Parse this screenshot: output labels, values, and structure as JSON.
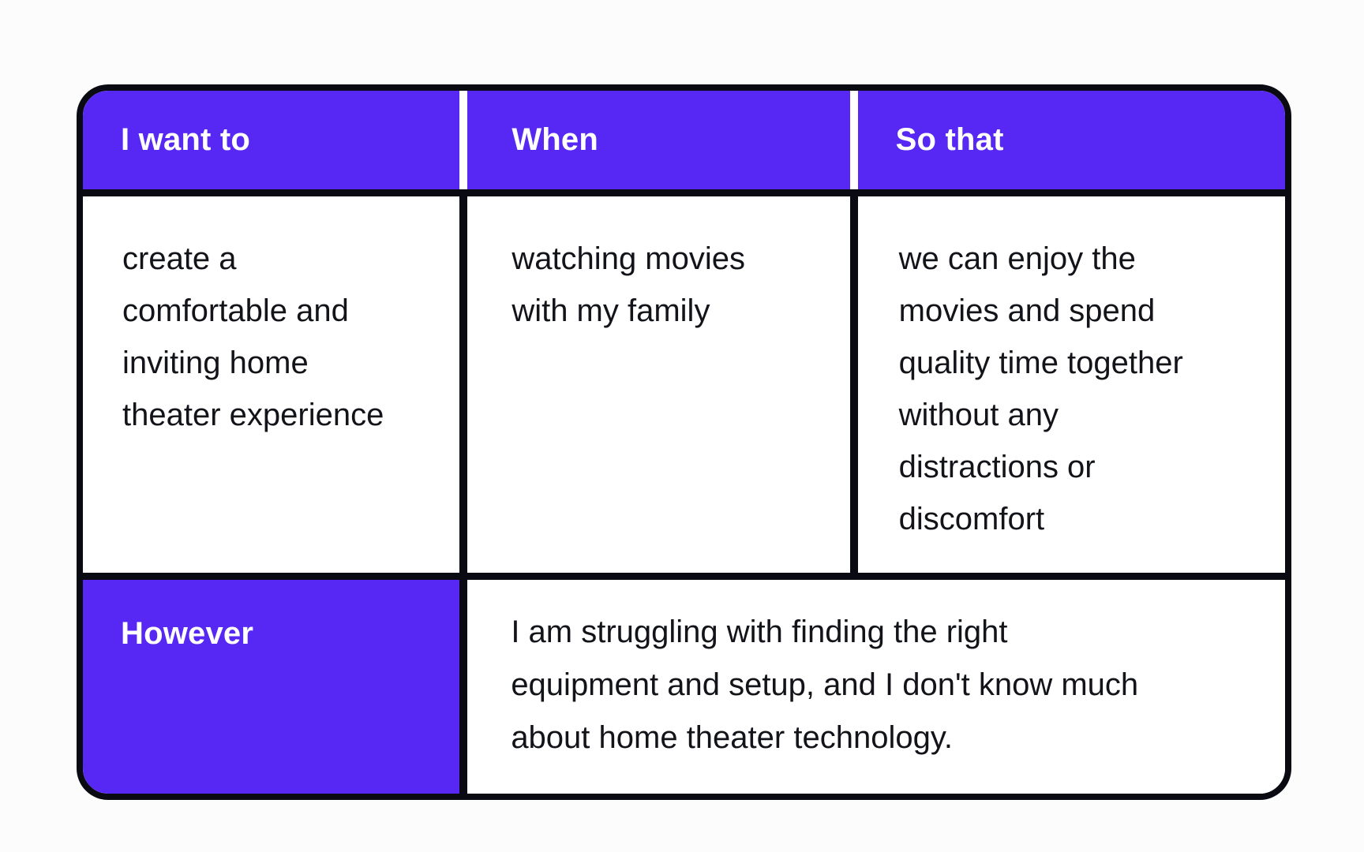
{
  "colors": {
    "purple": "#5728F3",
    "line": "#0A0A13",
    "text": "#13141A",
    "header_text": "#FFFFFF",
    "cell_bg": "#FFFFFF",
    "page_bg": "#FCFCFC"
  },
  "table": {
    "headers": [
      "I want to",
      "When",
      "So that"
    ],
    "body_cells": [
      "create a comfortable and inviting home theater experience",
      "watching movies with my family",
      "we can enjoy the movies and spend quality time together without any distractions or discomfort"
    ],
    "footer_label": "However",
    "footer_text": "I am struggling with finding the right equipment and setup, and I don't know much about home theater technology."
  }
}
